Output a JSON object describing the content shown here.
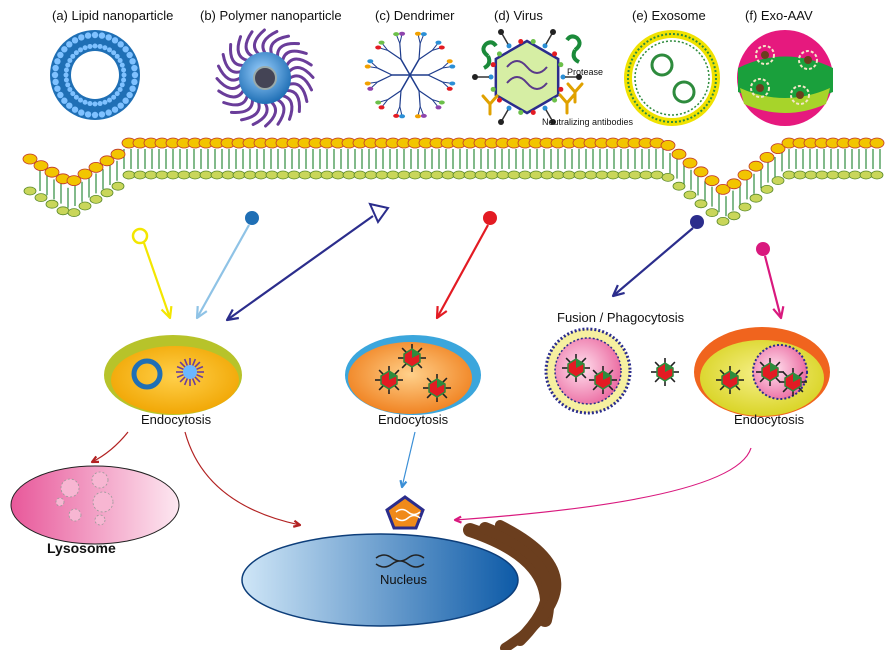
{
  "particles": [
    {
      "label": "(a) Lipid nanoparticle"
    },
    {
      "label": "(b) Polymer nanoparticle"
    },
    {
      "label": "(c) Dendrimer"
    },
    {
      "label": "(d) Virus"
    },
    {
      "label": "(e) Exosome"
    },
    {
      "label": "(f) Exo-AAV"
    }
  ],
  "virus_annotations": {
    "protease": "Protease",
    "antibodies": "Neutralizing antibodies"
  },
  "pathways": {
    "fusion": "Fusion / Phagocytosis",
    "endocytosis_1": "Endocytosis",
    "endocytosis_2": "Endocytosis",
    "endocytosis_3": "Endocytosis"
  },
  "compartments": {
    "lysosome": "Lysosome",
    "nucleus": "Nucleus"
  },
  "colors": {
    "membrane_head": "#f2c500",
    "membrane_head_edge": "#c0392b",
    "membrane_tail": "#2e8b3d",
    "lipid_np": "#1f6fb5",
    "polymer": "#6a3d9a",
    "arrow_yellow": "#f3e600",
    "arrow_lightblue": "#8fc3e6",
    "arrow_navy": "#2b2d8c",
    "arrow_red": "#e31b23",
    "arrow_magenta": "#d9197e",
    "arrow_darkred": "#b22222",
    "nucleus": "#1b6fb8",
    "lysosome": "#ef6fa5",
    "chromatin": "#6b3e1e"
  }
}
